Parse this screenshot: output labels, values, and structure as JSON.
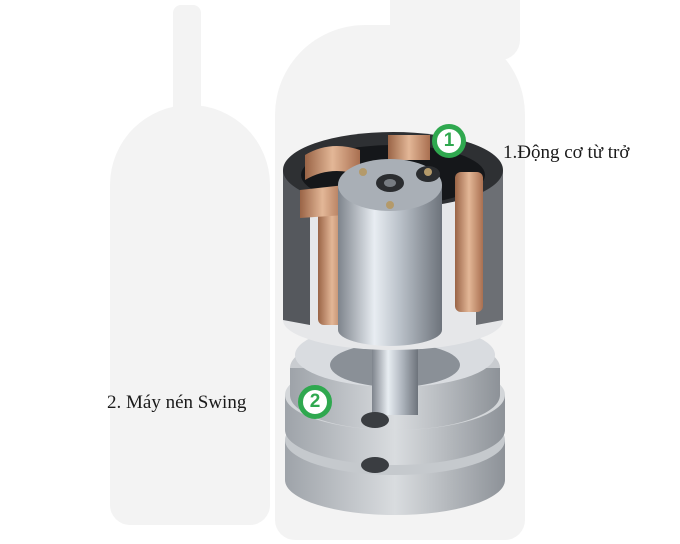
{
  "diagram": {
    "subject": "Cutaway of inverter air-conditioner compressor",
    "callouts": [
      {
        "number": "1",
        "label": "1.Động cơ từ trở"
      },
      {
        "number": "2",
        "label": "2. Máy nén Swing"
      }
    ],
    "colors": {
      "marker_green": "#2fa84f",
      "background": "#ffffff",
      "silhouette": "#f3f3f3",
      "copper": "#c8906b",
      "steel": "#b9c0c8"
    }
  }
}
